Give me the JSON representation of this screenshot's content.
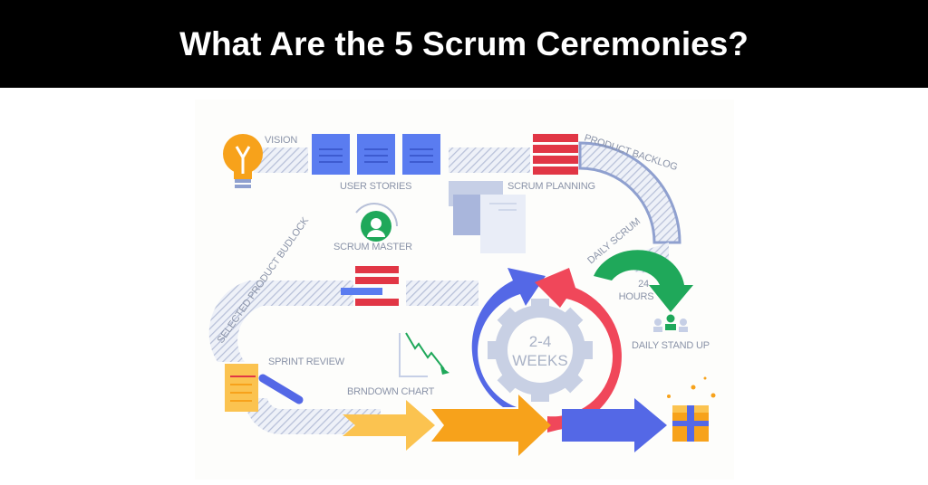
{
  "title": "What Are the 5 Scrum Ceremonies?",
  "diagram": {
    "labels": {
      "vision": "VISION",
      "user_stories": "USER STORIES",
      "product_backlog": "PRODUCT BACKLOG",
      "scrum_planning": "SCRUM PLANNING",
      "scrum_master": "SCRUM MASTER",
      "daily_scrum": "DAILY SCRUM",
      "hours_num": "24",
      "hours": "HOURS",
      "daily_stand_up": "DAILY STAND UP",
      "selected_product_backlog": "SELECTED PRODUCT BUDLOCK",
      "sprint_review": "SPRINT REVIEW",
      "burndown_chart": "BRNDOWN CHART",
      "cycle_range": "2-4",
      "cycle_unit": "WEEKS"
    },
    "colors": {
      "blue": "#5468e6",
      "red": "#f0475a",
      "green": "#1fa85a",
      "orange": "#f7a21b",
      "yellow": "#fbc350",
      "stripe": "#c5cde2"
    }
  }
}
